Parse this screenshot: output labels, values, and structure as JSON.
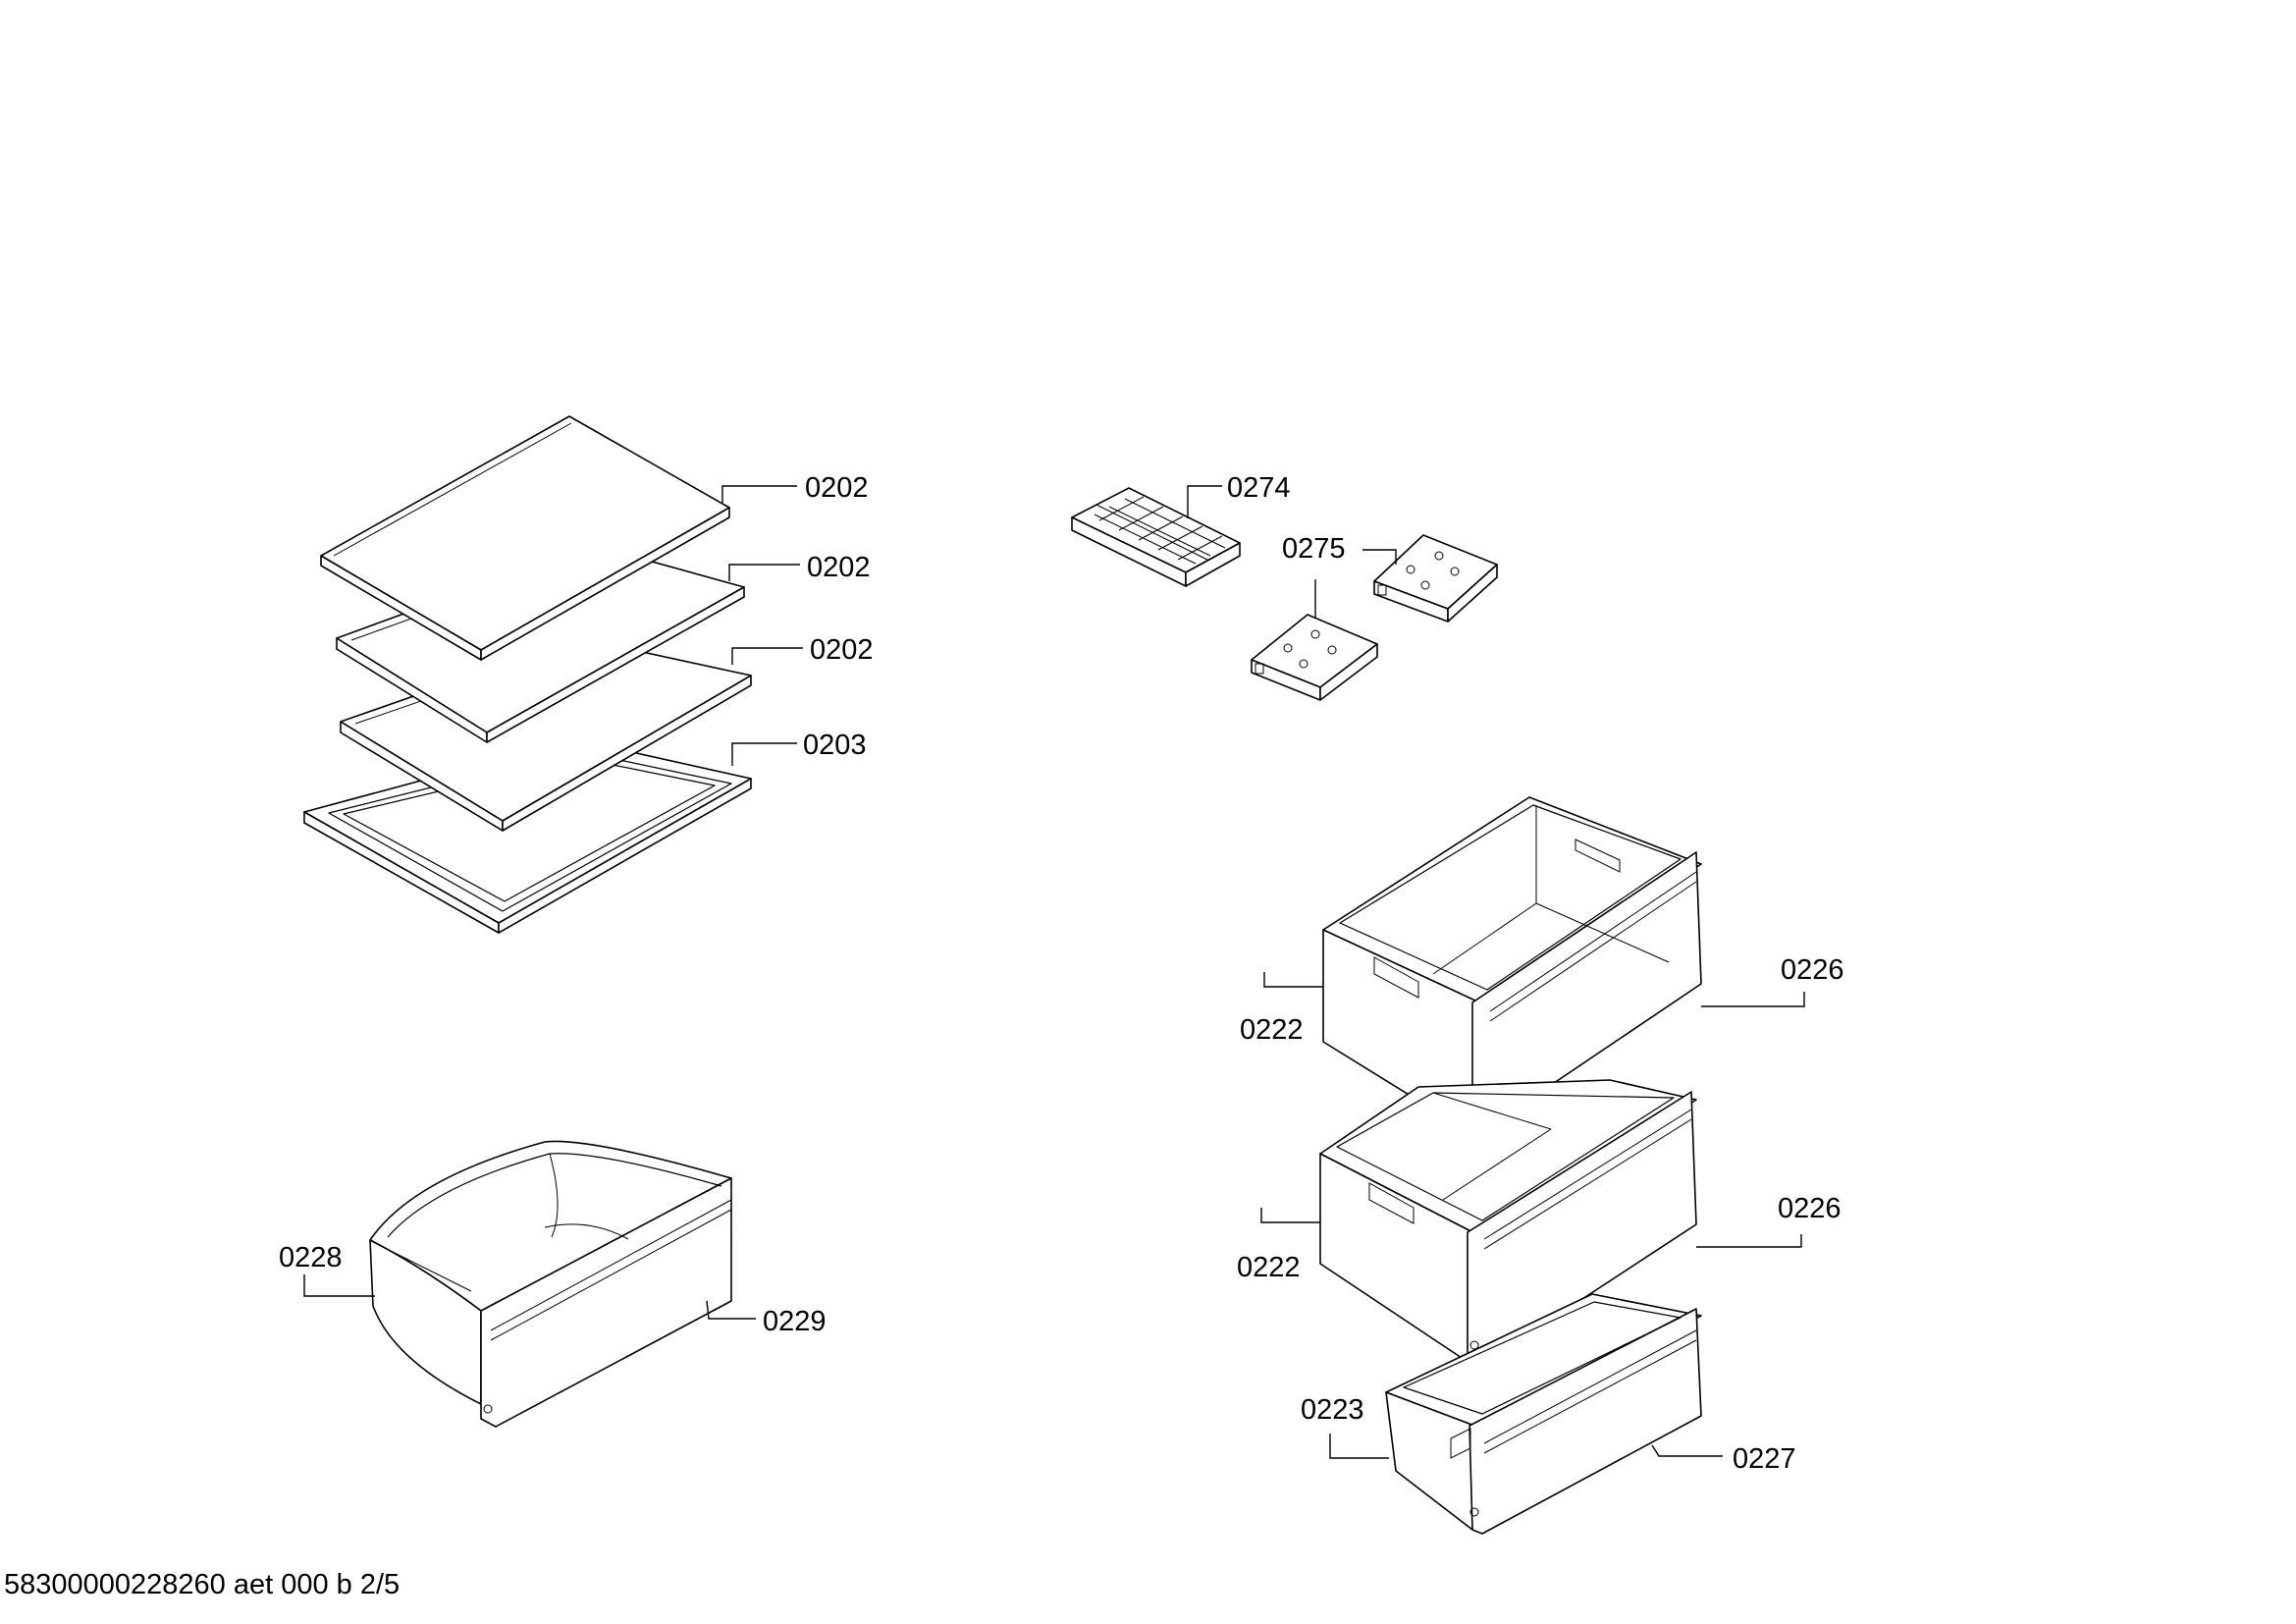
{
  "diagram": {
    "callouts": {
      "shelf_top": "0202",
      "shelf_second": "0202",
      "shelf_third": "0202",
      "shelf_frame": "0203",
      "ice_tray": "0274",
      "cold_pack": "0275",
      "drawer_top_side": "0222",
      "drawer_top_front": "0226",
      "drawer_mid_side": "0222",
      "drawer_mid_front": "0226",
      "drawer_low_side": "0223",
      "drawer_low_front": "0227",
      "crisper_side": "0228",
      "crisper_front": "0229"
    }
  },
  "footer": {
    "document_code": "58300000228260 aet 000 b 2/5"
  }
}
